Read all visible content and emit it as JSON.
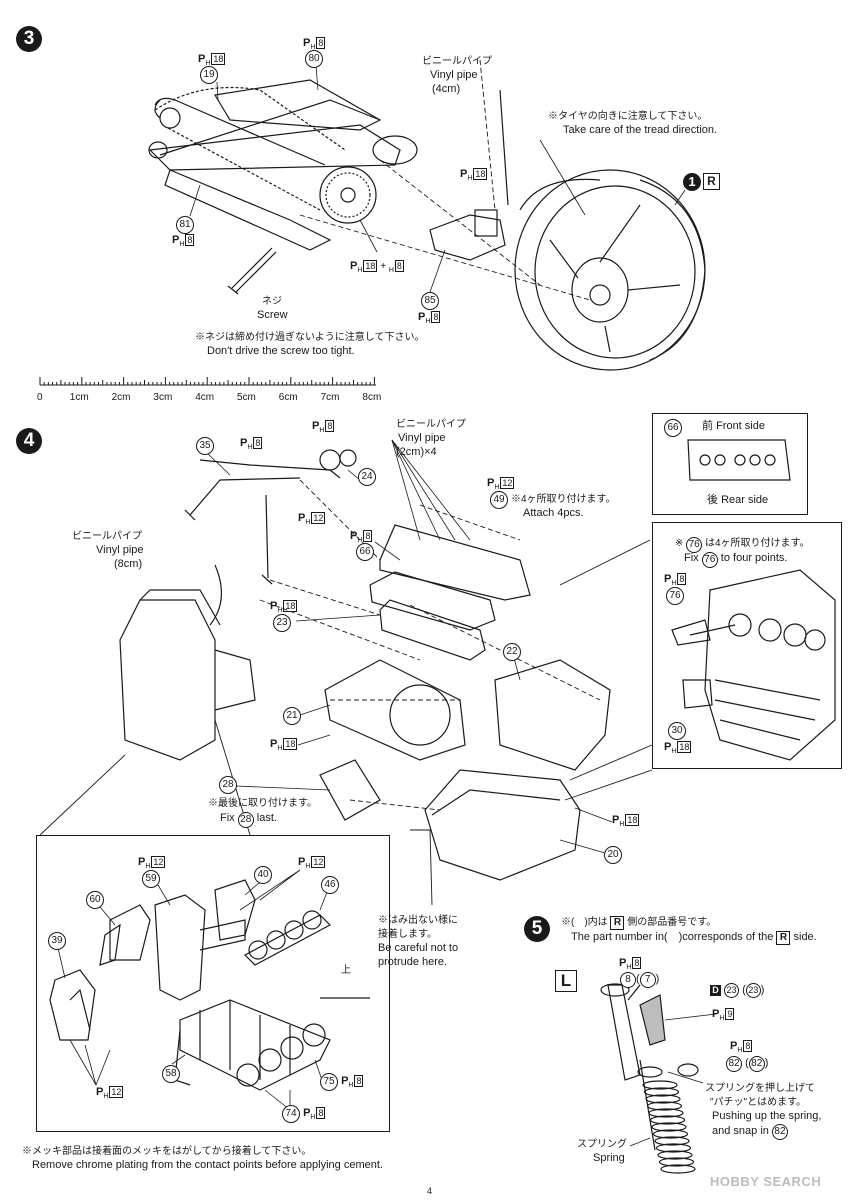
{
  "step3": {
    "number": "3",
    "vinyl_jp": "ビニールパイプ",
    "vinyl_en": "Vinyl pipe",
    "vinyl_len": "(4cm)",
    "tread_jp": "※タイヤの向きに注意して下さい。",
    "tread_en": "Take care of the tread direction.",
    "wheel_ref_num": "1",
    "wheel_ref_side": "R",
    "screw_jp": "ネジ",
    "screw_en": "Screw",
    "screw_warn_jp": "※ネジは締め付け過ぎないように注意して下さい。",
    "screw_warn_en": "Don't drive the screw too tight.",
    "parts": {
      "p19": "19",
      "p80": "80",
      "p81": "81",
      "p85": "85"
    },
    "labels": {
      "l19": "18",
      "l80": "8",
      "l81": "8",
      "l_brake": "18",
      "l85": "8",
      "hub_a": "18",
      "hub_b": "8"
    }
  },
  "ruler": {
    "ticks": [
      "0",
      "1cm",
      "2cm",
      "3cm",
      "4cm",
      "5cm",
      "6cm",
      "7cm",
      "8cm"
    ]
  },
  "step4": {
    "number": "4",
    "vinyl_jp": "ビニールパイプ",
    "vinyl_en": "Vinyl pipe",
    "vinyl_len": "(2cm)×4",
    "vinyl8_jp": "ビニールパイプ",
    "vinyl8_en": "Vinyl pipe",
    "vinyl8_len": "(8cm)",
    "attach_jp": "※4ヶ所取り付けます。",
    "attach_en": "Attach 4pcs.",
    "front_jp": "前",
    "front_en": "Front side",
    "rear_jp": "後",
    "rear_en": "Rear side",
    "fix76_jp_a": "※",
    "fix76_jp_b": "は4ヶ所取り付けます。",
    "fix76_en_a": "Fix",
    "fix76_en_b": "to four points.",
    "last_jp": "※最後に取り付けます。",
    "last_en_a": "Fix",
    "last_en_b": "last.",
    "protrude_jp_1": "※はみ出ない様に",
    "protrude_jp_2": "接着します。",
    "protrude_en_1": "Be careful not to",
    "protrude_en_2": "protrude here.",
    "up_jp": "上",
    "chrome_jp": "※メッキ部品は接着面のメッキをはがしてから接着して下さい。",
    "chrome_en": "Remove chrome plating from the contact points before applying cement.",
    "parts": {
      "p35": "35",
      "p24": "24",
      "p49": "49",
      "p66": "66",
      "p23": "23",
      "p21": "21",
      "p22": "22",
      "p28": "28",
      "p20": "20",
      "p76": "76",
      "p30": "30",
      "p66b": "66",
      "p60": "60",
      "p59": "59",
      "p40": "40",
      "p46": "46",
      "p39": "39",
      "p58": "58",
      "p75": "75",
      "p74": "74",
      "p76b": "76",
      "p28b": "28"
    },
    "labels": {
      "l35": "8",
      "l24": "8",
      "l24b": "12",
      "l49": "12",
      "l66": "8",
      "l23": "18",
      "l21": "18",
      "l20": "18",
      "l76": "8",
      "l30": "18",
      "l59": "12",
      "l46": "12",
      "l39": "12",
      "l75": "8",
      "l74": "8"
    }
  },
  "step5": {
    "number": "5",
    "note_jp_a": "※(　)内は",
    "note_jp_side": "R",
    "note_jp_b": "側の部品番号です。",
    "note_en_a": "The part number in(　)corresponds of the",
    "note_en_side": "R",
    "note_en_b": "side.",
    "side_L": "L",
    "p8": "8",
    "p7": "7",
    "p23": "23",
    "p23r": "23",
    "p82": "82",
    "p82r": "82",
    "d_label": "D",
    "lab8": "8",
    "lab9": "9",
    "lab8b": "8",
    "spring_jp": "スプリング",
    "spring_en": "Spring",
    "push_jp_1": "スプリングを押し上げて",
    "push_jp_2": "\"パチッ\"とはめます。",
    "push_en_1": "Pushing up the spring,",
    "push_en_2": "and snap in",
    "push_part": "82"
  },
  "page": {
    "number": "4",
    "watermark": "HOBBY SEARCH"
  }
}
